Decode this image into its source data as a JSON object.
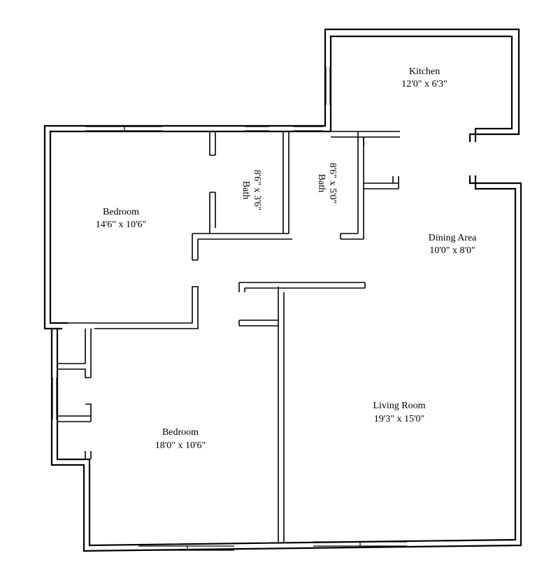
{
  "rooms": {
    "kitchen": {
      "name": "Kitchen",
      "size": "12'0\" x 6'3\""
    },
    "bath_left": {
      "name": "Bath",
      "size": "8'6\" x 3'6\""
    },
    "bath_right": {
      "name": "Bath",
      "size": "8'6\" x 5'0\""
    },
    "bedroom_top": {
      "name": "Bedroom",
      "size": "14'6\" x 10'6\""
    },
    "dining": {
      "name": "Dining Area",
      "size": "10'0\" x 8'0\""
    },
    "living": {
      "name": "Living Room",
      "size": "19'3\" x 15'0\""
    },
    "bedroom_bottom": {
      "name": "Bedroom",
      "size": "18'0\" x 10'6\""
    }
  }
}
